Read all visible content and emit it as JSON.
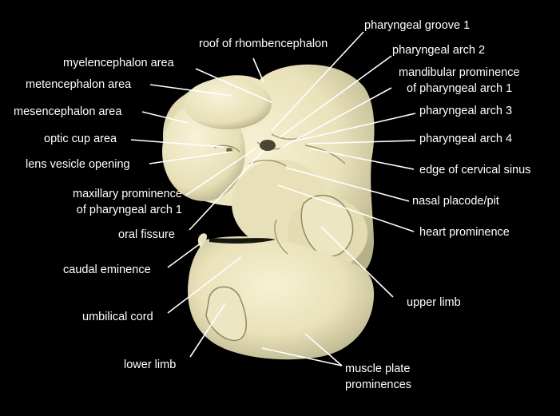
{
  "colors": {
    "background": "#000000",
    "specimen": "#ebe4bd",
    "specimen_shadow": "#8f8a63",
    "leader_line": "#ffffff",
    "text": "#ffffff"
  },
  "labels": {
    "roof_of_rhombencephalon": "roof of rhombencephalon",
    "myelencephalon_area": "myelencephalon area",
    "metencephalon_area": "metencephalon area",
    "mesencephalon_area": "mesencephalon area",
    "optic_cup_area": "optic cup area",
    "lens_vesicle_opening": "lens vesicle opening",
    "maxillary_prominence_1": "maxillary prominence",
    "maxillary_prominence_2": "of pharyngeal arch 1",
    "oral_fissure": "oral fissure",
    "caudal_eminence": "caudal eminence",
    "umbilical_cord": "umbilical cord",
    "lower_limb": "lower limb",
    "pharyngeal_groove_1": "pharyngeal groove 1",
    "pharyngeal_arch_2": "pharyngeal arch 2",
    "mandibular_prominence_1": "mandibular prominence",
    "mandibular_prominence_2": "of pharyngeal arch 1",
    "pharyngeal_arch_3": "pharyngeal arch 3",
    "pharyngeal_arch_4": "pharyngeal arch 4",
    "edge_of_cervical_sinus": "edge of cervical sinus",
    "nasal_placode_pit": "nasal placode/pit",
    "heart_prominence": "heart prominence",
    "upper_limb": "upper limb",
    "muscle_plate_prominences_1": "muscle plate",
    "muscle_plate_prominences_2": "prominences"
  }
}
